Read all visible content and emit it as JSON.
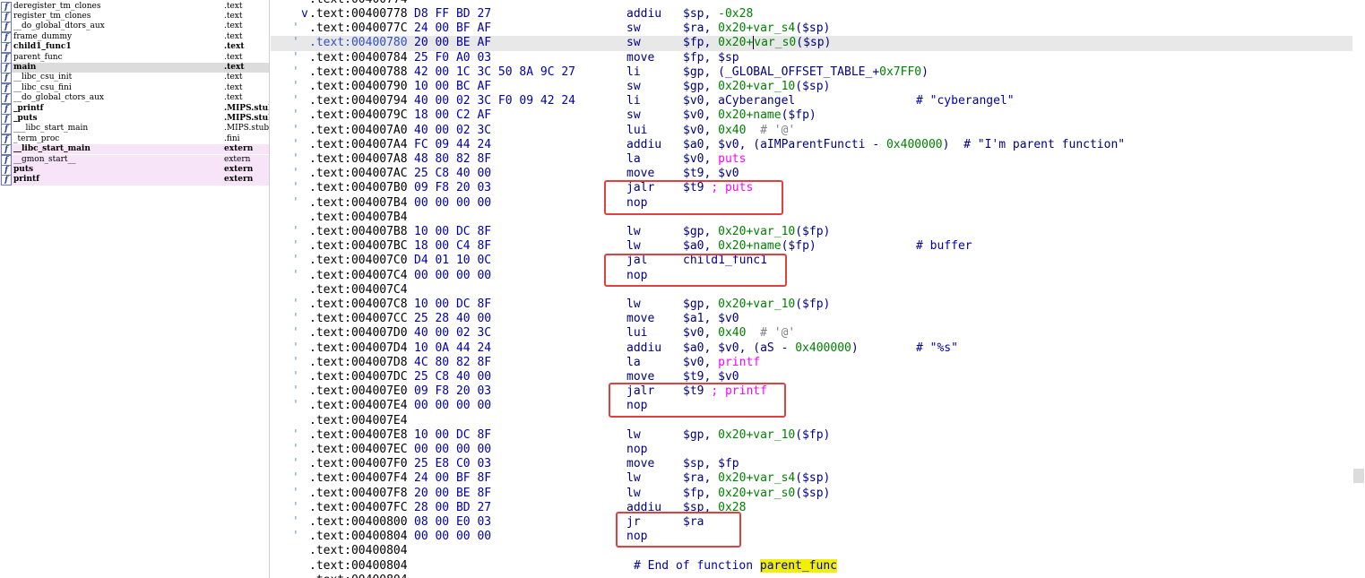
{
  "functions_window": {
    "items": [
      {
        "name": "deregister_tm_clones",
        "segment": ".text",
        "style": "normal"
      },
      {
        "name": "register_tm_clones",
        "segment": ".text",
        "style": "normal"
      },
      {
        "name": "__do_global_dtors_aux",
        "segment": ".text",
        "style": "normal"
      },
      {
        "name": "frame_dummy",
        "segment": ".text",
        "style": "normal"
      },
      {
        "name": "child1_func1",
        "segment": ".text",
        "style": "bold"
      },
      {
        "name": "parent_func",
        "segment": ".text",
        "style": "normal"
      },
      {
        "name": "main",
        "segment": ".text",
        "style": "bold-selected"
      },
      {
        "name": "__libc_csu_init",
        "segment": ".text",
        "style": "normal"
      },
      {
        "name": "__libc_csu_fini",
        "segment": ".text",
        "style": "normal"
      },
      {
        "name": "__do_global_ctors_aux",
        "segment": ".text",
        "style": "normal"
      },
      {
        "name": "_printf",
        "segment": ".MIPS.stubs",
        "style": "bold"
      },
      {
        "name": "_puts",
        "segment": ".MIPS.stubs",
        "style": "bold"
      },
      {
        "name": "___libc_start_main",
        "segment": ".MIPS.stubs",
        "style": "normal"
      },
      {
        "name": "_term_proc",
        "segment": ".fini",
        "style": "normal"
      },
      {
        "name": "__libc_start_main",
        "segment": "extern",
        "style": "extern-bold"
      },
      {
        "name": "__gmon_start__",
        "segment": "extern",
        "style": "extern"
      },
      {
        "name": "puts",
        "segment": "extern",
        "style": "extern-bold"
      },
      {
        "name": "printf",
        "segment": "extern",
        "style": "extern-bold"
      }
    ]
  },
  "disassembly": {
    "top_partial": ".text:00400774",
    "lines": [
      {
        "gut": "",
        "arrow": "v",
        "addr": ".text:00400778",
        "bytes": "D8 FF BD 27",
        "mn": "addiu",
        "ops": [
          {
            "t": "$sp, "
          },
          {
            "t": "-0x28",
            "c": "grn"
          }
        ]
      },
      {
        "gut": "'",
        "arrow": "",
        "addr": ".text:0040077C",
        "bytes": "24 00 BF AF",
        "mn": "sw",
        "ops": [
          {
            "t": "$ra, "
          },
          {
            "t": "0x20+var_s4",
            "c": "grn"
          },
          {
            "t": "($sp)"
          }
        ]
      },
      {
        "gut": "'",
        "arrow": "",
        "addr": ".text:00400780",
        "bytes": "20 00 BE AF",
        "mn": "sw",
        "hl": true,
        "selAddr": true,
        "ops": [
          {
            "t": "$fp, "
          },
          {
            "t": "0x20+",
            "c": "grn"
          },
          {
            "t": "var_s0",
            "c": "grn",
            "cur": true
          },
          {
            "t": "($sp)"
          }
        ]
      },
      {
        "gut": "'",
        "arrow": "",
        "addr": ".text:00400784",
        "bytes": "25 F0 A0 03",
        "mn": "move",
        "ops": [
          {
            "t": "$fp, $sp"
          }
        ]
      },
      {
        "gut": "'",
        "arrow": "",
        "addr": ".text:00400788",
        "bytes": "42 00 1C 3C 50 8A 9C 27",
        "mn": "li",
        "ops": [
          {
            "t": "$gp, (_GLOBAL_OFFSET_TABLE_+"
          },
          {
            "t": "0x7FF0",
            "c": "grn"
          },
          {
            "t": ")"
          }
        ]
      },
      {
        "gut": "'",
        "arrow": "",
        "addr": ".text:00400790",
        "bytes": "10 00 BC AF",
        "mn": "sw",
        "ops": [
          {
            "t": "$gp, "
          },
          {
            "t": "0x20+var_10",
            "c": "grn"
          },
          {
            "t": "($sp)"
          }
        ]
      },
      {
        "gut": "'",
        "arrow": "",
        "addr": ".text:00400794",
        "bytes": "40 00 02 3C F0 09 42 24",
        "mn": "li",
        "ops": [
          {
            "t": "$v0, aCyberangel"
          }
        ],
        "cmt": "# \"cyberangel\""
      },
      {
        "gut": "'",
        "arrow": "",
        "addr": ".text:0040079C",
        "bytes": "18 00 C2 AF",
        "mn": "sw",
        "ops": [
          {
            "t": "$v0, "
          },
          {
            "t": "0x20+name",
            "c": "grn"
          },
          {
            "t": "($fp)"
          }
        ]
      },
      {
        "gut": "'",
        "arrow": "",
        "addr": ".text:004007A0",
        "bytes": "40 00 02 3C",
        "mn": "lui",
        "ops": [
          {
            "t": "$v0, "
          },
          {
            "t": "0x40",
            "c": "grn"
          },
          {
            "t": "  # '@'",
            "c": "gray"
          }
        ]
      },
      {
        "gut": "'",
        "arrow": "",
        "addr": ".text:004007A4",
        "bytes": "FC 09 44 24",
        "mn": "addiu",
        "ops": [
          {
            "t": "$a0, $v0, (aIMParentFuncti - "
          },
          {
            "t": "0x400000",
            "c": "grn"
          },
          {
            "t": ")  # \"I'm parent function\""
          }
        ]
      },
      {
        "gut": "'",
        "arrow": "",
        "addr": ".text:004007A8",
        "bytes": "48 80 82 8F",
        "mn": "la",
        "ops": [
          {
            "t": "$v0, "
          },
          {
            "t": "puts",
            "c": "pink"
          }
        ]
      },
      {
        "gut": "'",
        "arrow": "",
        "addr": ".text:004007AC",
        "bytes": "25 C8 40 00",
        "mn": "move",
        "ops": [
          {
            "t": "$t9, $v0"
          }
        ]
      },
      {
        "gut": "'",
        "arrow": "",
        "addr": ".text:004007B0",
        "bytes": "09 F8 20 03",
        "mn": "jalr",
        "ops": [
          {
            "t": "$t9 "
          },
          {
            "t": "; puts",
            "c": "pink"
          }
        ]
      },
      {
        "gut": "'",
        "arrow": "",
        "addr": ".text:004007B4",
        "bytes": "00 00 00 00",
        "mn": "nop",
        "ops": []
      },
      {
        "gut": "",
        "arrow": "",
        "addr": ".text:004007B4",
        "bytes": "",
        "mn": "",
        "ops": []
      },
      {
        "gut": "'",
        "arrow": "",
        "addr": ".text:004007B8",
        "bytes": "10 00 DC 8F",
        "mn": "lw",
        "ops": [
          {
            "t": "$gp, "
          },
          {
            "t": "0x20+var_10",
            "c": "grn"
          },
          {
            "t": "($fp)"
          }
        ]
      },
      {
        "gut": "'",
        "arrow": "",
        "addr": ".text:004007BC",
        "bytes": "18 00 C4 8F",
        "mn": "lw",
        "ops": [
          {
            "t": "$a0, "
          },
          {
            "t": "0x20+name",
            "c": "grn"
          },
          {
            "t": "($fp)"
          }
        ],
        "cmt": "# buffer"
      },
      {
        "gut": "'",
        "arrow": "",
        "addr": ".text:004007C0",
        "bytes": "D4 01 10 0C",
        "mn": "jal",
        "ops": [
          {
            "t": "child1_func1"
          }
        ]
      },
      {
        "gut": "'",
        "arrow": "",
        "addr": ".text:004007C4",
        "bytes": "00 00 00 00",
        "mn": "nop",
        "ops": []
      },
      {
        "gut": "",
        "arrow": "",
        "addr": ".text:004007C4",
        "bytes": "",
        "mn": "",
        "ops": []
      },
      {
        "gut": "'",
        "arrow": "",
        "addr": ".text:004007C8",
        "bytes": "10 00 DC 8F",
        "mn": "lw",
        "ops": [
          {
            "t": "$gp, "
          },
          {
            "t": "0x20+var_10",
            "c": "grn"
          },
          {
            "t": "($fp)"
          }
        ]
      },
      {
        "gut": "'",
        "arrow": "",
        "addr": ".text:004007CC",
        "bytes": "25 28 40 00",
        "mn": "move",
        "ops": [
          {
            "t": "$a1, $v0"
          }
        ]
      },
      {
        "gut": "'",
        "arrow": "",
        "addr": ".text:004007D0",
        "bytes": "40 00 02 3C",
        "mn": "lui",
        "ops": [
          {
            "t": "$v0, "
          },
          {
            "t": "0x40",
            "c": "grn"
          },
          {
            "t": "  # '@'",
            "c": "gray"
          }
        ]
      },
      {
        "gut": "'",
        "arrow": "",
        "addr": ".text:004007D4",
        "bytes": "10 0A 44 24",
        "mn": "addiu",
        "ops": [
          {
            "t": "$a0, $v0, (aS - "
          },
          {
            "t": "0x400000",
            "c": "grn"
          },
          {
            "t": ")"
          }
        ],
        "cmt": "# \"%s\""
      },
      {
        "gut": "'",
        "arrow": "",
        "addr": ".text:004007D8",
        "bytes": "4C 80 82 8F",
        "mn": "la",
        "ops": [
          {
            "t": "$v0, "
          },
          {
            "t": "printf",
            "c": "pink"
          }
        ]
      },
      {
        "gut": "'",
        "arrow": "",
        "addr": ".text:004007DC",
        "bytes": "25 C8 40 00",
        "mn": "move",
        "ops": [
          {
            "t": "$t9, $v0"
          }
        ]
      },
      {
        "gut": "'",
        "arrow": "",
        "addr": ".text:004007E0",
        "bytes": "09 F8 20 03",
        "mn": "jalr",
        "ops": [
          {
            "t": "$t9 "
          },
          {
            "t": "; printf",
            "c": "pink"
          }
        ]
      },
      {
        "gut": "'",
        "arrow": "",
        "addr": ".text:004007E4",
        "bytes": "00 00 00 00",
        "mn": "nop",
        "ops": []
      },
      {
        "gut": "",
        "arrow": "",
        "addr": ".text:004007E4",
        "bytes": "",
        "mn": "",
        "ops": []
      },
      {
        "gut": "'",
        "arrow": "",
        "addr": ".text:004007E8",
        "bytes": "10 00 DC 8F",
        "mn": "lw",
        "ops": [
          {
            "t": "$gp, "
          },
          {
            "t": "0x20+var_10",
            "c": "grn"
          },
          {
            "t": "($fp)"
          }
        ]
      },
      {
        "gut": "'",
        "arrow": "",
        "addr": ".text:004007EC",
        "bytes": "00 00 00 00",
        "mn": "nop",
        "ops": []
      },
      {
        "gut": "'",
        "arrow": "",
        "addr": ".text:004007F0",
        "bytes": "25 E8 C0 03",
        "mn": "move",
        "ops": [
          {
            "t": "$sp, $fp"
          }
        ]
      },
      {
        "gut": "'",
        "arrow": "",
        "addr": ".text:004007F4",
        "bytes": "24 00 BF 8F",
        "mn": "lw",
        "ops": [
          {
            "t": "$ra, "
          },
          {
            "t": "0x20+var_s4",
            "c": "grn"
          },
          {
            "t": "($sp)"
          }
        ]
      },
      {
        "gut": "'",
        "arrow": "",
        "addr": ".text:004007F8",
        "bytes": "20 00 BE 8F",
        "mn": "lw",
        "ops": [
          {
            "t": "$fp, "
          },
          {
            "t": "0x20+var_s0",
            "c": "grn"
          },
          {
            "t": "($sp)"
          }
        ]
      },
      {
        "gut": "'",
        "arrow": "",
        "addr": ".text:004007FC",
        "bytes": "28 00 BD 27",
        "mn": "addiu",
        "ops": [
          {
            "t": "$sp, "
          },
          {
            "t": "0x28",
            "c": "grn"
          }
        ]
      },
      {
        "gut": "'",
        "arrow": "",
        "addr": ".text:00400800",
        "bytes": "08 00 E0 03",
        "mn": "jr",
        "ops": [
          {
            "t": "$ra"
          }
        ]
      },
      {
        "gut": "'",
        "arrow": "",
        "addr": ".text:00400804",
        "bytes": "00 00 00 00",
        "mn": "nop",
        "ops": []
      },
      {
        "gut": "",
        "arrow": "",
        "addr": ".text:00400804",
        "bytes": "",
        "mn": "",
        "ops": []
      },
      {
        "gut": "",
        "arrow": "",
        "addr": ".text:00400804",
        "bytes": "",
        "mn": "",
        "ops": [],
        "end": "# End of function ",
        "endName": "parent_func"
      },
      {
        "gut": "",
        "arrow": "",
        "addr": ".text:00400804",
        "bytes": "",
        "mn": "",
        "ops": []
      }
    ]
  },
  "annotation_color": "#e04040"
}
